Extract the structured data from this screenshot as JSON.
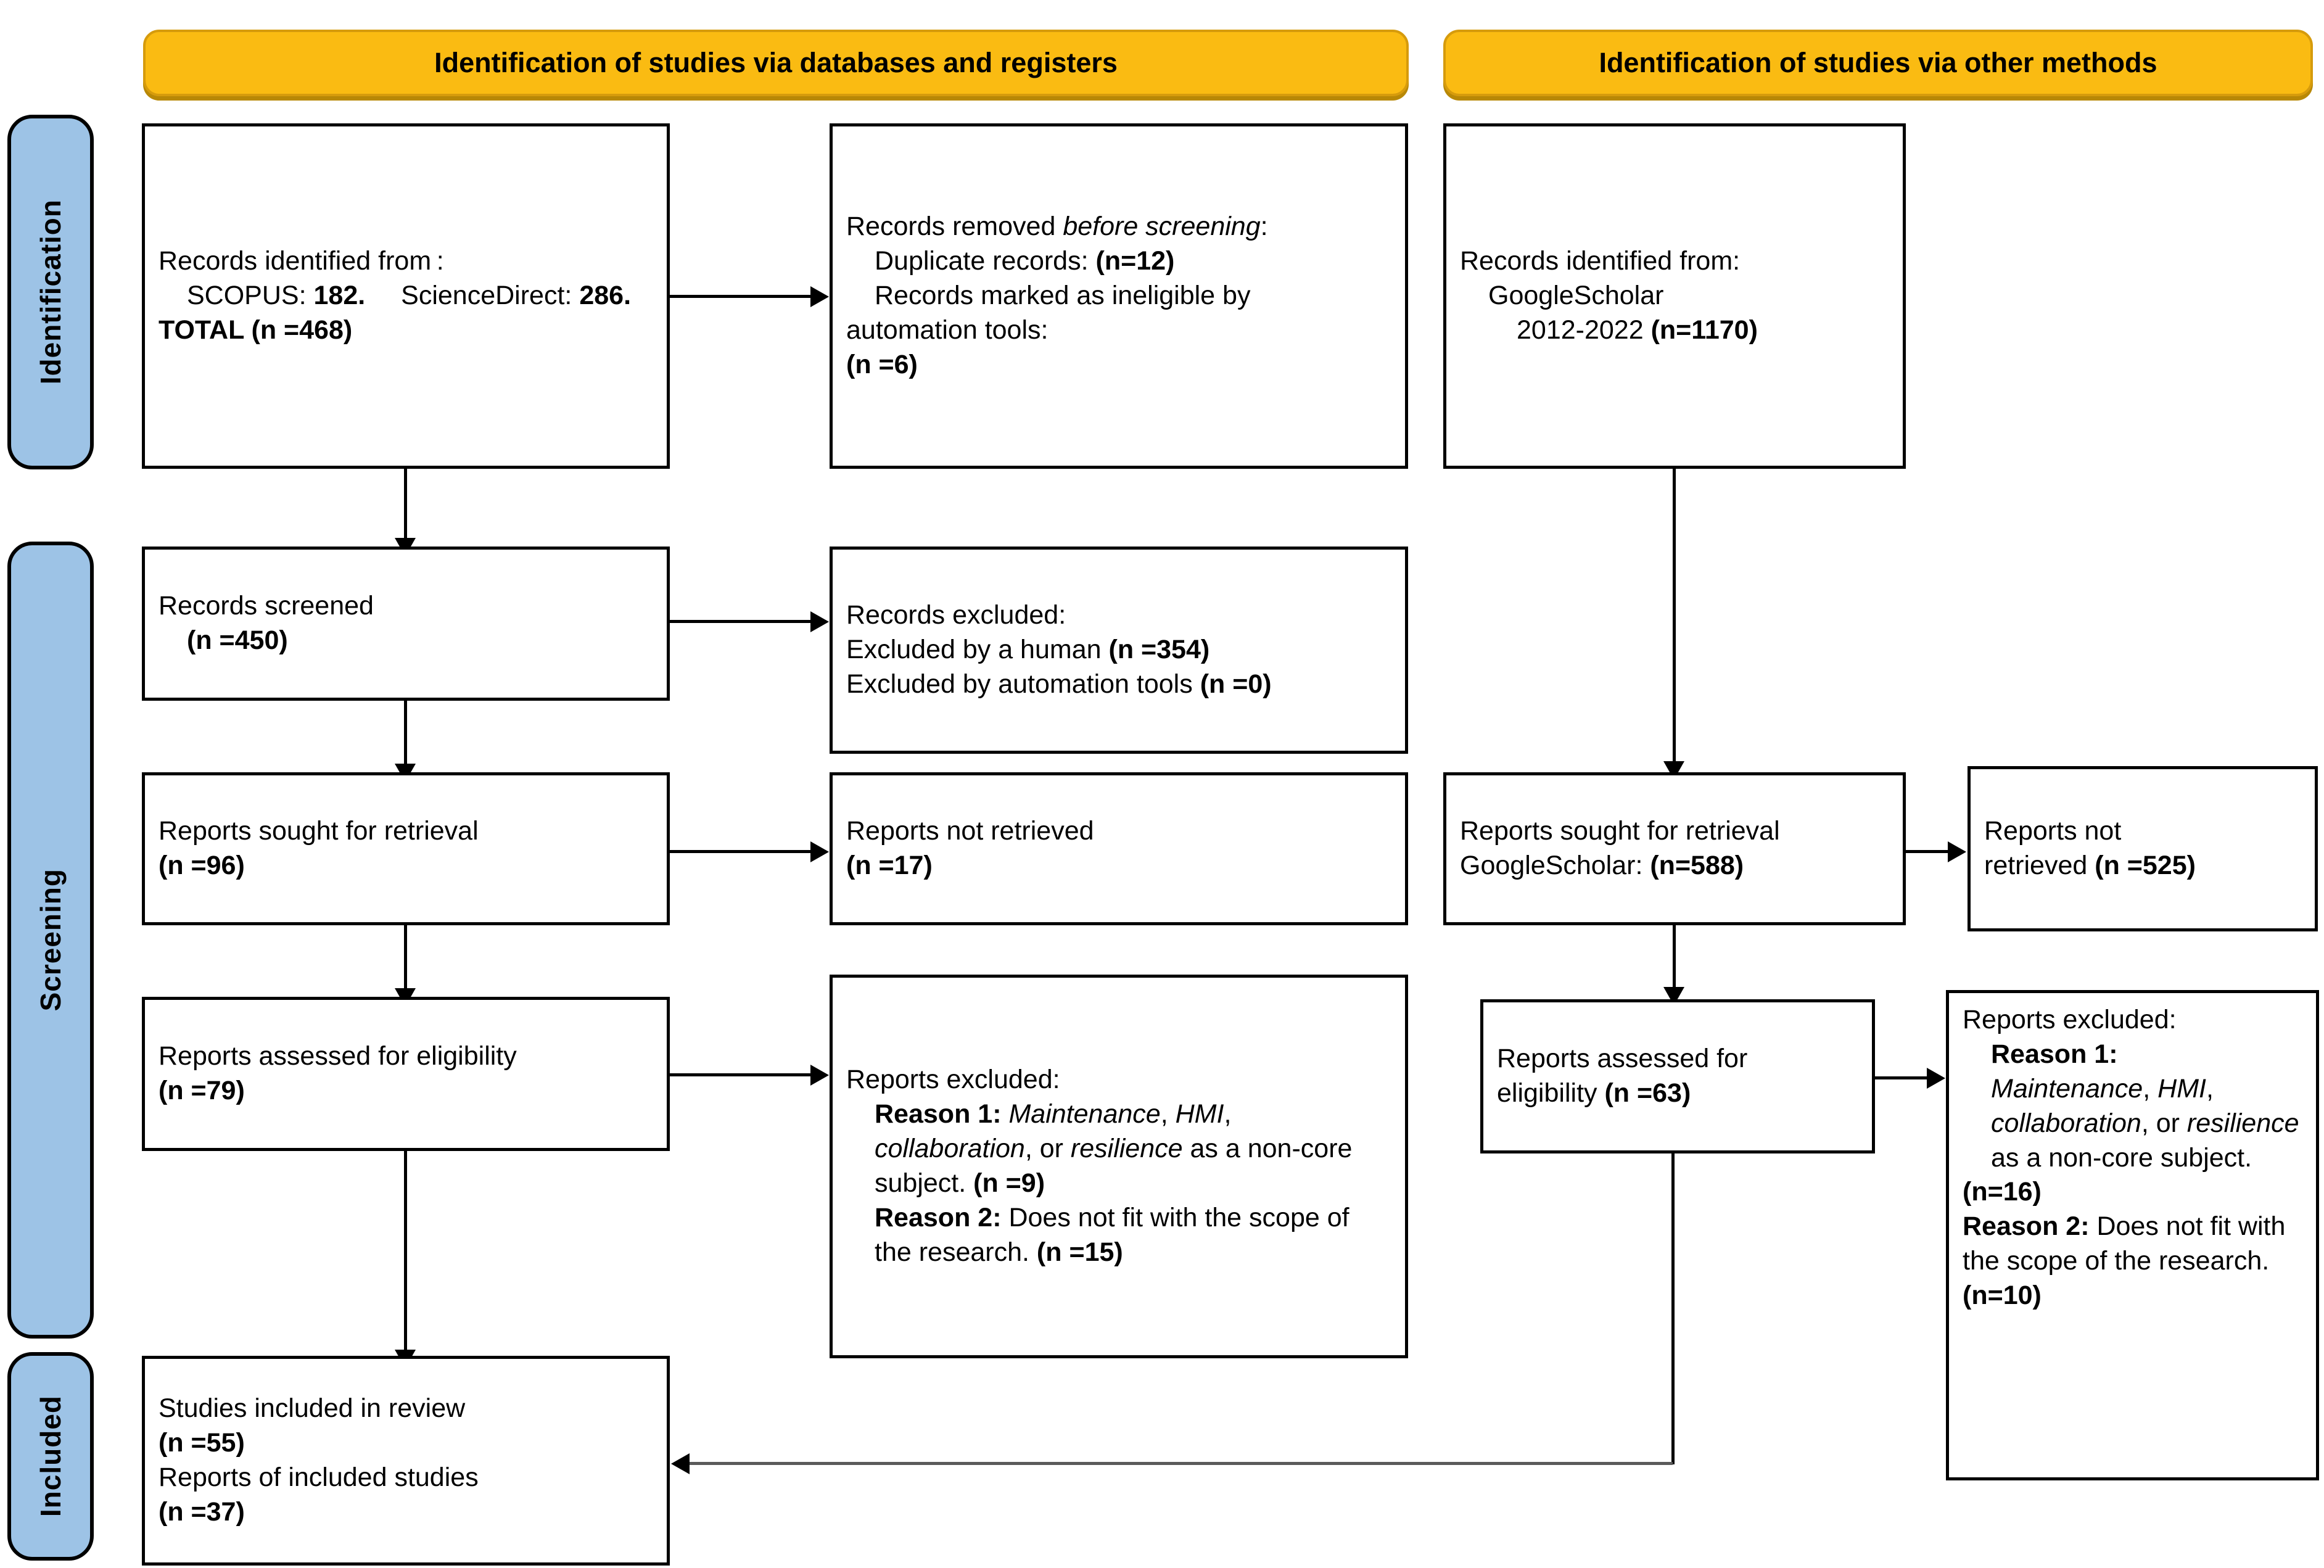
{
  "diagram": {
    "title": "PRISMA 2020 flow diagram",
    "colors": {
      "header_yellow": "#FABB12",
      "header_shadow": "#B88806",
      "phase_blue": "#9DC3E6",
      "box_border": "#000000",
      "grey_connector": "#5A5A5A"
    }
  },
  "headers": {
    "databases": "Identification of studies via databases and registers",
    "other": "Identification of studies via other methods"
  },
  "phases": {
    "identification": "Identification",
    "screening": "Screening",
    "included": "Included"
  },
  "boxes": {
    "records_identified": {
      "line1": "Records identified from :",
      "line2": "SCOPUS:",
      "line2_value": "182.",
      "line3": "ScienceDirect:",
      "line3_value": "286.",
      "line4_value": "TOTAL (n =468)"
    },
    "records_removed": {
      "line1_a": "Records removed ",
      "line1_b": "before screening",
      "line1_c": ":",
      "line2": "Duplicate records:",
      "line2_value": "(n=12)",
      "line3": "Records marked as ineligible by",
      "line4": "automation tools:",
      "line5_value": "(n =6)"
    },
    "records_identified_other": {
      "line1": "Records identified from:",
      "line2": "GoogleScholar",
      "line3": "2012-2022",
      "line3_value": "(n=1170)"
    },
    "records_screened": {
      "line1": "Records screened",
      "line2_value": "(n =450)"
    },
    "records_excluded": {
      "line1": "Records excluded:",
      "line2": "Excluded by a human",
      "line2_value": "(n =354)",
      "line3": "Excluded by automation tools",
      "line3_value": "(n =0)"
    },
    "reports_sought": {
      "line1": "Reports sought for retrieval",
      "line2_value": "(n =96)"
    },
    "reports_not_retrieved": {
      "line1": "Reports not retrieved",
      "line2_value": "(n =17)"
    },
    "reports_sought_gs": {
      "line1": "Reports sought for retrieval",
      "line2": "GoogleScholar:",
      "line2_value": "(n=588)"
    },
    "reports_not_retrieved_gs": {
      "line1": "Reports not",
      "line2": "retrieved",
      "line2_value": "(n =525)"
    },
    "reports_assessed": {
      "line1": "Reports assessed for eligibility",
      "line2_value": "(n =79)"
    },
    "reports_excluded": {
      "line1": "Reports excluded:",
      "reason1_label": "Reason 1:",
      "reason1_italic_a": "Maintenance",
      "reason1_sep1": ", ",
      "reason1_italic_b": "HMI",
      "reason1_sep2": ", ",
      "reason1_italic_c": "collaboration",
      "reason1_mid": ", or ",
      "reason1_italic_d": "resilience",
      "reason1_tail": " as a non-core subject. ",
      "reason1_value": "(n =9)",
      "reason2_label": "Reason 2:",
      "reason2_text": " Does not fit with the scope of the research. ",
      "reason2_value": "(n =15)"
    },
    "reports_assessed_gs": {
      "line1": "Reports assessed for",
      "line2": "eligibility",
      "line2_value": "(n =63)"
    },
    "reports_excluded_gs": {
      "line1": "Reports excluded:",
      "reason1_label": "Reason 1:",
      "reason1_italic_a": "Maintenance",
      "reason1_sep1": ", ",
      "reason1_italic_b": "HMI",
      "reason1_sep2": ", ",
      "reason1_italic_c": "collaboration",
      "reason1_mid": ", or ",
      "reason1_italic_d": "resilience",
      "reason1_tail": " as a non-core subject.",
      "reason1_value": "(n=16)",
      "reason2_label": "Reason 2:",
      "reason2_text": " Does not fit with the scope of the research. ",
      "reason2_value": "(n=10)"
    },
    "studies_included": {
      "line1": "Studies included in review",
      "line2_value": "(n =55)",
      "line3": "Reports of included studies",
      "line4_value": "(n =37)"
    }
  }
}
